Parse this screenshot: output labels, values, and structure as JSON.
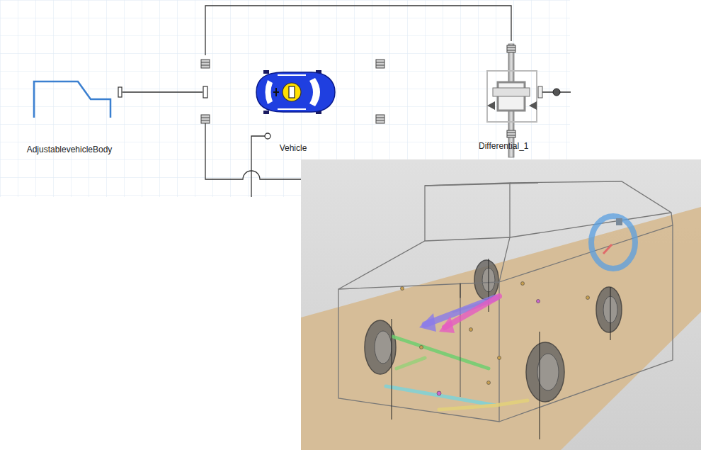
{
  "diagram": {
    "nodes": [
      {
        "text": [
          "AdjustablevehicleBody"
        ]
      },
      {
        "text": [
          "Vehicle"
        ]
      },
      {
        "text": [
          "Differential_1"
        ]
      }
    ],
    "edges": [
      {
        "from": 0,
        "to": 1,
        "arrow": "none"
      },
      {
        "from": 1,
        "to": 2,
        "arrow": "none"
      }
    ]
  }
}
